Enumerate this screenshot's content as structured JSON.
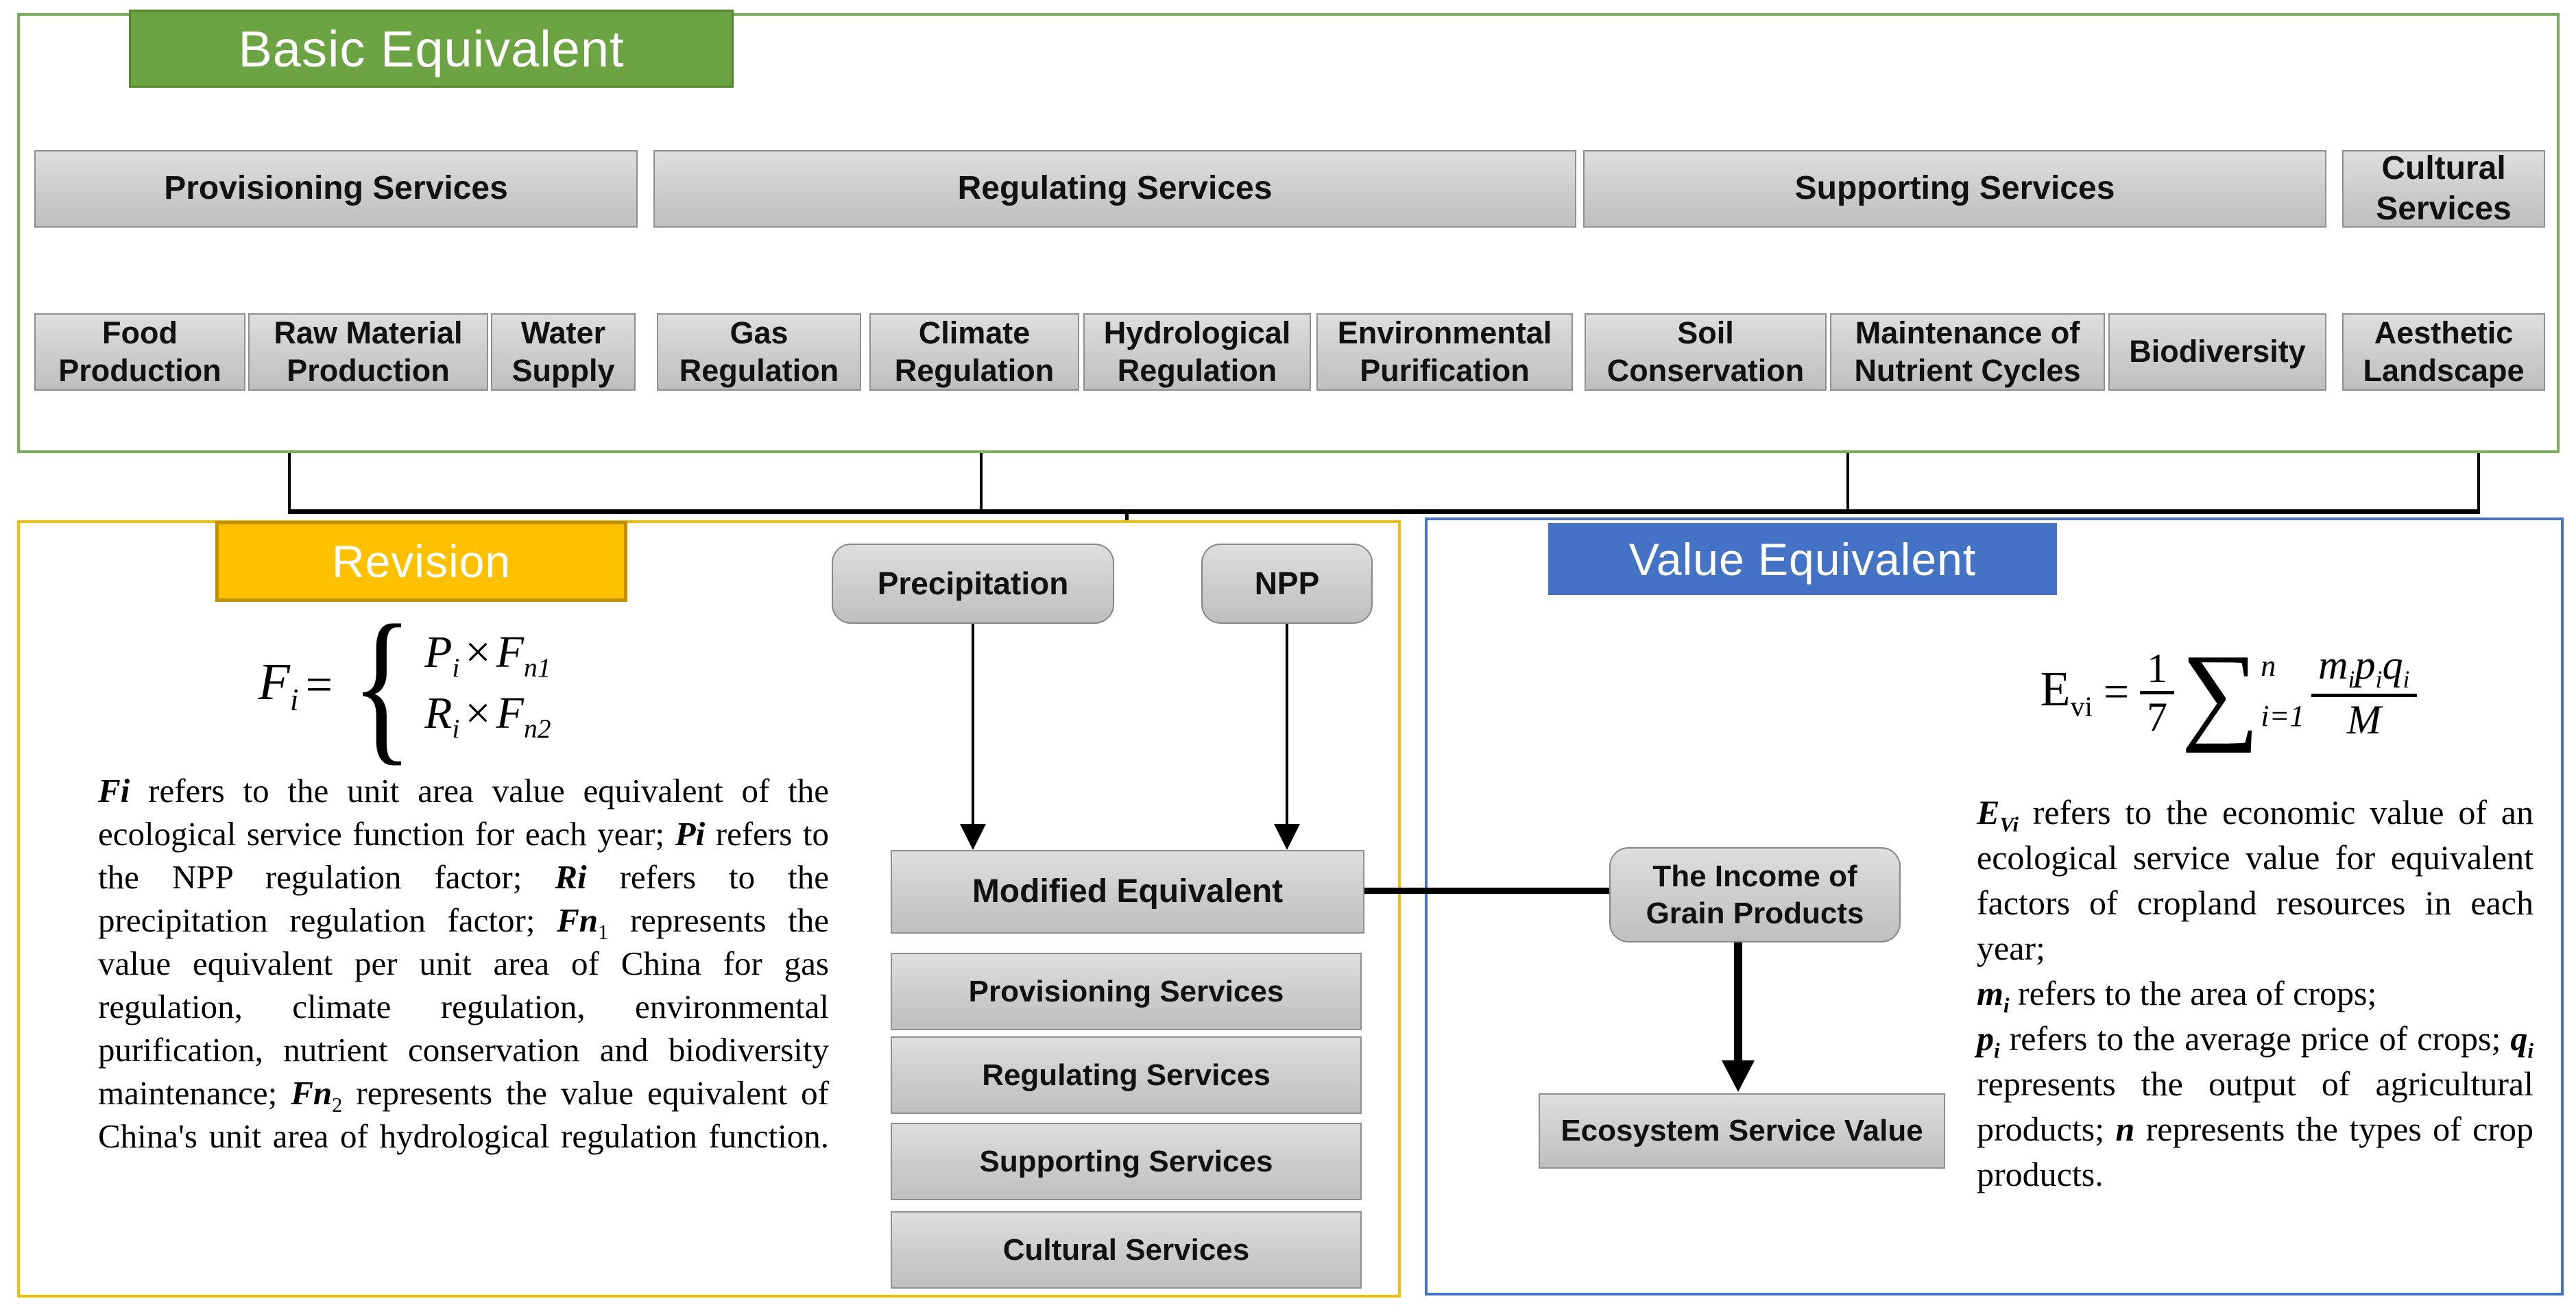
{
  "colors": {
    "green": "#70AD47",
    "gold": "#FFC000",
    "blue": "#4472C4",
    "box_gray": "#CCCCCC"
  },
  "basic_panel": {
    "title": "Basic Equivalent",
    "categories": [
      "Provisioning Services",
      "Regulating Services",
      "Supporting Services",
      "Cultural Services"
    ],
    "subservices": [
      "Food Production",
      "Raw Material Production",
      "Water Supply",
      "Gas Regulation",
      "Climate Regulation",
      "Hydrological Regulation",
      "Environmental Purification",
      "Soil Conservation",
      "Maintenance of Nutrient Cycles",
      "Biodiversity",
      "Aesthetic Landscape"
    ]
  },
  "revision_panel": {
    "title": "Revision",
    "precipitation_label": "Precipitation",
    "npp_label": "NPP",
    "modified_label": "Modified Equivalent",
    "stack": [
      "Provisioning Services",
      "Regulating Services",
      "Supporting Services",
      "Cultural Services"
    ],
    "formula": {
      "lhs": "F",
      "lhs_sub": "i",
      "eq": "=",
      "brace": "{",
      "case1": {
        "a": "P",
        "a_sub": "i",
        "op": "×",
        "b": "F",
        "b_sub": "n1"
      },
      "case2": {
        "a": "R",
        "a_sub": "i",
        "op": "×",
        "b": "F",
        "b_sub": "n2"
      }
    },
    "description": [
      {
        "t": "Fi",
        "v": true
      },
      {
        "t": " refers to the unit area value equivalent of the ecological service function for each year; "
      },
      {
        "t": "Pi",
        "v": true
      },
      {
        "t": " refers to the NPP regulation factor; "
      },
      {
        "t": "Ri",
        "v": true
      },
      {
        "t": " refers to the precipitation regulation factor; "
      },
      {
        "t": "Fn",
        "v": true
      },
      {
        "t": "1",
        "s": true
      },
      {
        "t": " represents the value equivalent per unit area of China for gas regulation, climate regulation, environmental purification, nutrient conservation and biodiversity maintenance; "
      },
      {
        "t": "Fn",
        "v": true
      },
      {
        "t": "2",
        "s": true
      },
      {
        "t": " represents the value equivalent of China's unit area of hydrological regulation function."
      }
    ]
  },
  "value_panel": {
    "title": "Value Equivalent",
    "income_label": "The Income of Grain Products",
    "esv_label": "Ecosystem Service Value",
    "formula": {
      "lhs": "E",
      "lhs_sub": "vi",
      "eq": "=",
      "num1": "1",
      "den1": "7",
      "sigma": "∑",
      "sum_sup": "n",
      "sum_sub": "i=1",
      "m": "m",
      "p": "p",
      "q": "q",
      "i": "i",
      "M": "M"
    },
    "description_blocks": [
      [
        {
          "t": "E",
          "v": true
        },
        {
          "t": "Vi",
          "s": true,
          "v": true
        },
        {
          "t": " refers to the economic value of an ecological service value for equivalent factors of cropland resources in each year;"
        }
      ],
      [
        {
          "t": "m",
          "v": true
        },
        {
          "t": "i",
          "s": true,
          "v": true
        },
        {
          "t": " refers to the area of crops;"
        }
      ],
      [
        {
          "t": "p",
          "v": true
        },
        {
          "t": "i",
          "s": true,
          "v": true
        },
        {
          "t": " refers to the average price of crops; "
        },
        {
          "t": "q",
          "v": true
        },
        {
          "t": "i",
          "s": true,
          "v": true
        },
        {
          "t": " represents the output of agricultural products; "
        },
        {
          "t": "n",
          "v": true
        },
        {
          "t": " represents the types of crop products."
        }
      ]
    ]
  }
}
